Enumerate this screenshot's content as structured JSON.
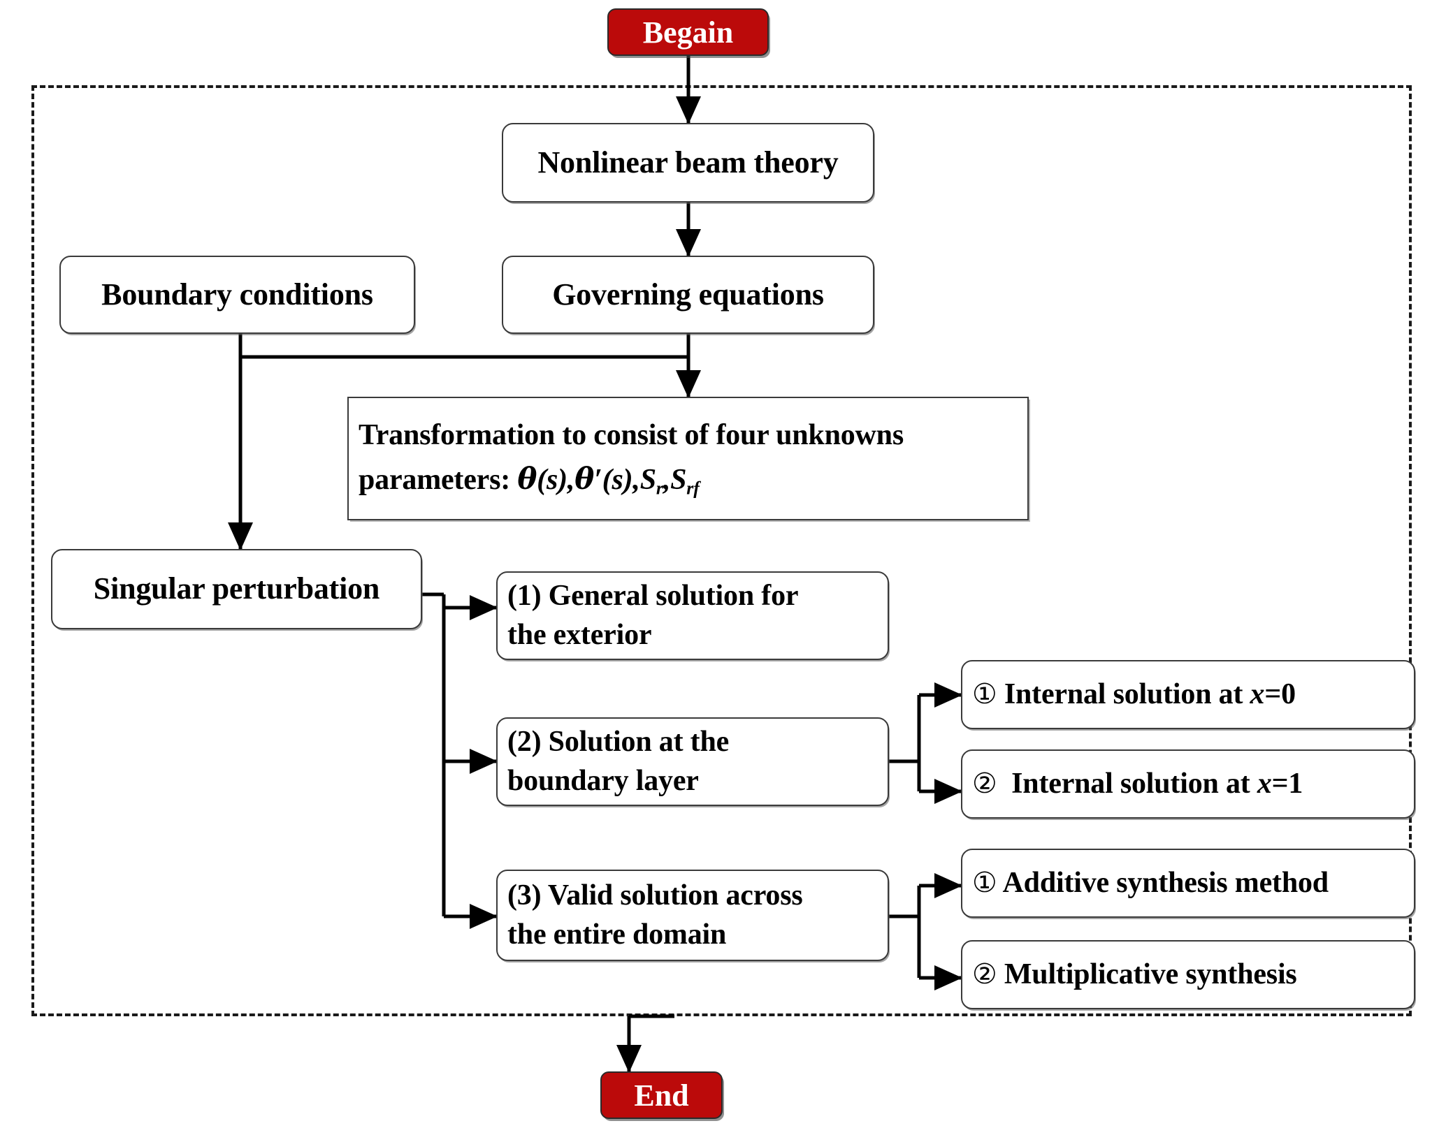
{
  "diagram": {
    "title_flow": "Singular perturbation solution flowchart",
    "terminals": {
      "start_label": "Begain",
      "end_label": "End"
    },
    "colors": {
      "terminal_fill": "#BB0A0A",
      "terminal_text": "#FFFFFF",
      "node_border": "#3A3A3A",
      "node_fill": "#FFFFFF",
      "connector": "#000000",
      "dashed_region_border": "#1A1A1A"
    },
    "nodes": {
      "nonlinear_beam_theory": "Nonlinear beam theory",
      "governing_equations": "Governing equations",
      "boundary_conditions": "Boundary conditions",
      "transformation_line1": "Transformation to consist of four unknowns",
      "transformation_line2_prefix": "parameters: ",
      "singular_perturbation": "Singular perturbation",
      "step1_line1": "(1) General solution for",
      "step1_line2": "the exterior",
      "step2_line1": "(2) Solution at the",
      "step2_line2": "boundary layer",
      "step3_line1": "(3) Valid solution across",
      "step3_line2": "the entire domain",
      "internal_x0": "① Internal solution at x=0",
      "internal_x1": "②  Internal solution at x=1",
      "additive_synthesis": "① Additive synthesis method",
      "multiplicative_synthesis": "② Multiplicative synthesis"
    },
    "math_parameters": {
      "theta": "θ(s)",
      "theta_prime": "θ′(s)",
      "s_r": "S_r",
      "s_rf": "S_rf",
      "full_text": "θ(s),θ′(s),S_r,S_rf"
    },
    "circled_markers": {
      "one": "①",
      "two": "②"
    },
    "edges": [
      {
        "from": "Begain",
        "to": "Nonlinear beam theory"
      },
      {
        "from": "Nonlinear beam theory",
        "to": "Governing equations"
      },
      {
        "from": "Governing equations",
        "to": "Transformation to consist of four unknowns parameters"
      },
      {
        "from": "Boundary conditions",
        "to": "Transformation to consist of four unknowns parameters"
      },
      {
        "from": "Boundary conditions",
        "to": "Singular perturbation"
      },
      {
        "from": "Singular perturbation",
        "to": "(1) General solution for the exterior"
      },
      {
        "from": "Singular perturbation",
        "to": "(2) Solution at the boundary layer"
      },
      {
        "from": "Singular perturbation",
        "to": "(3) Valid solution across the entire domain"
      },
      {
        "from": "(2) Solution at the boundary layer",
        "to": "① Internal solution at x=0"
      },
      {
        "from": "(2) Solution at the boundary layer",
        "to": "② Internal solution at x=1"
      },
      {
        "from": "(3) Valid solution across the entire domain",
        "to": "① Additive synthesis method"
      },
      {
        "from": "(3) Valid solution across the entire domain",
        "to": "② Multiplicative synthesis"
      },
      {
        "from": "process region",
        "to": "End"
      }
    ]
  }
}
